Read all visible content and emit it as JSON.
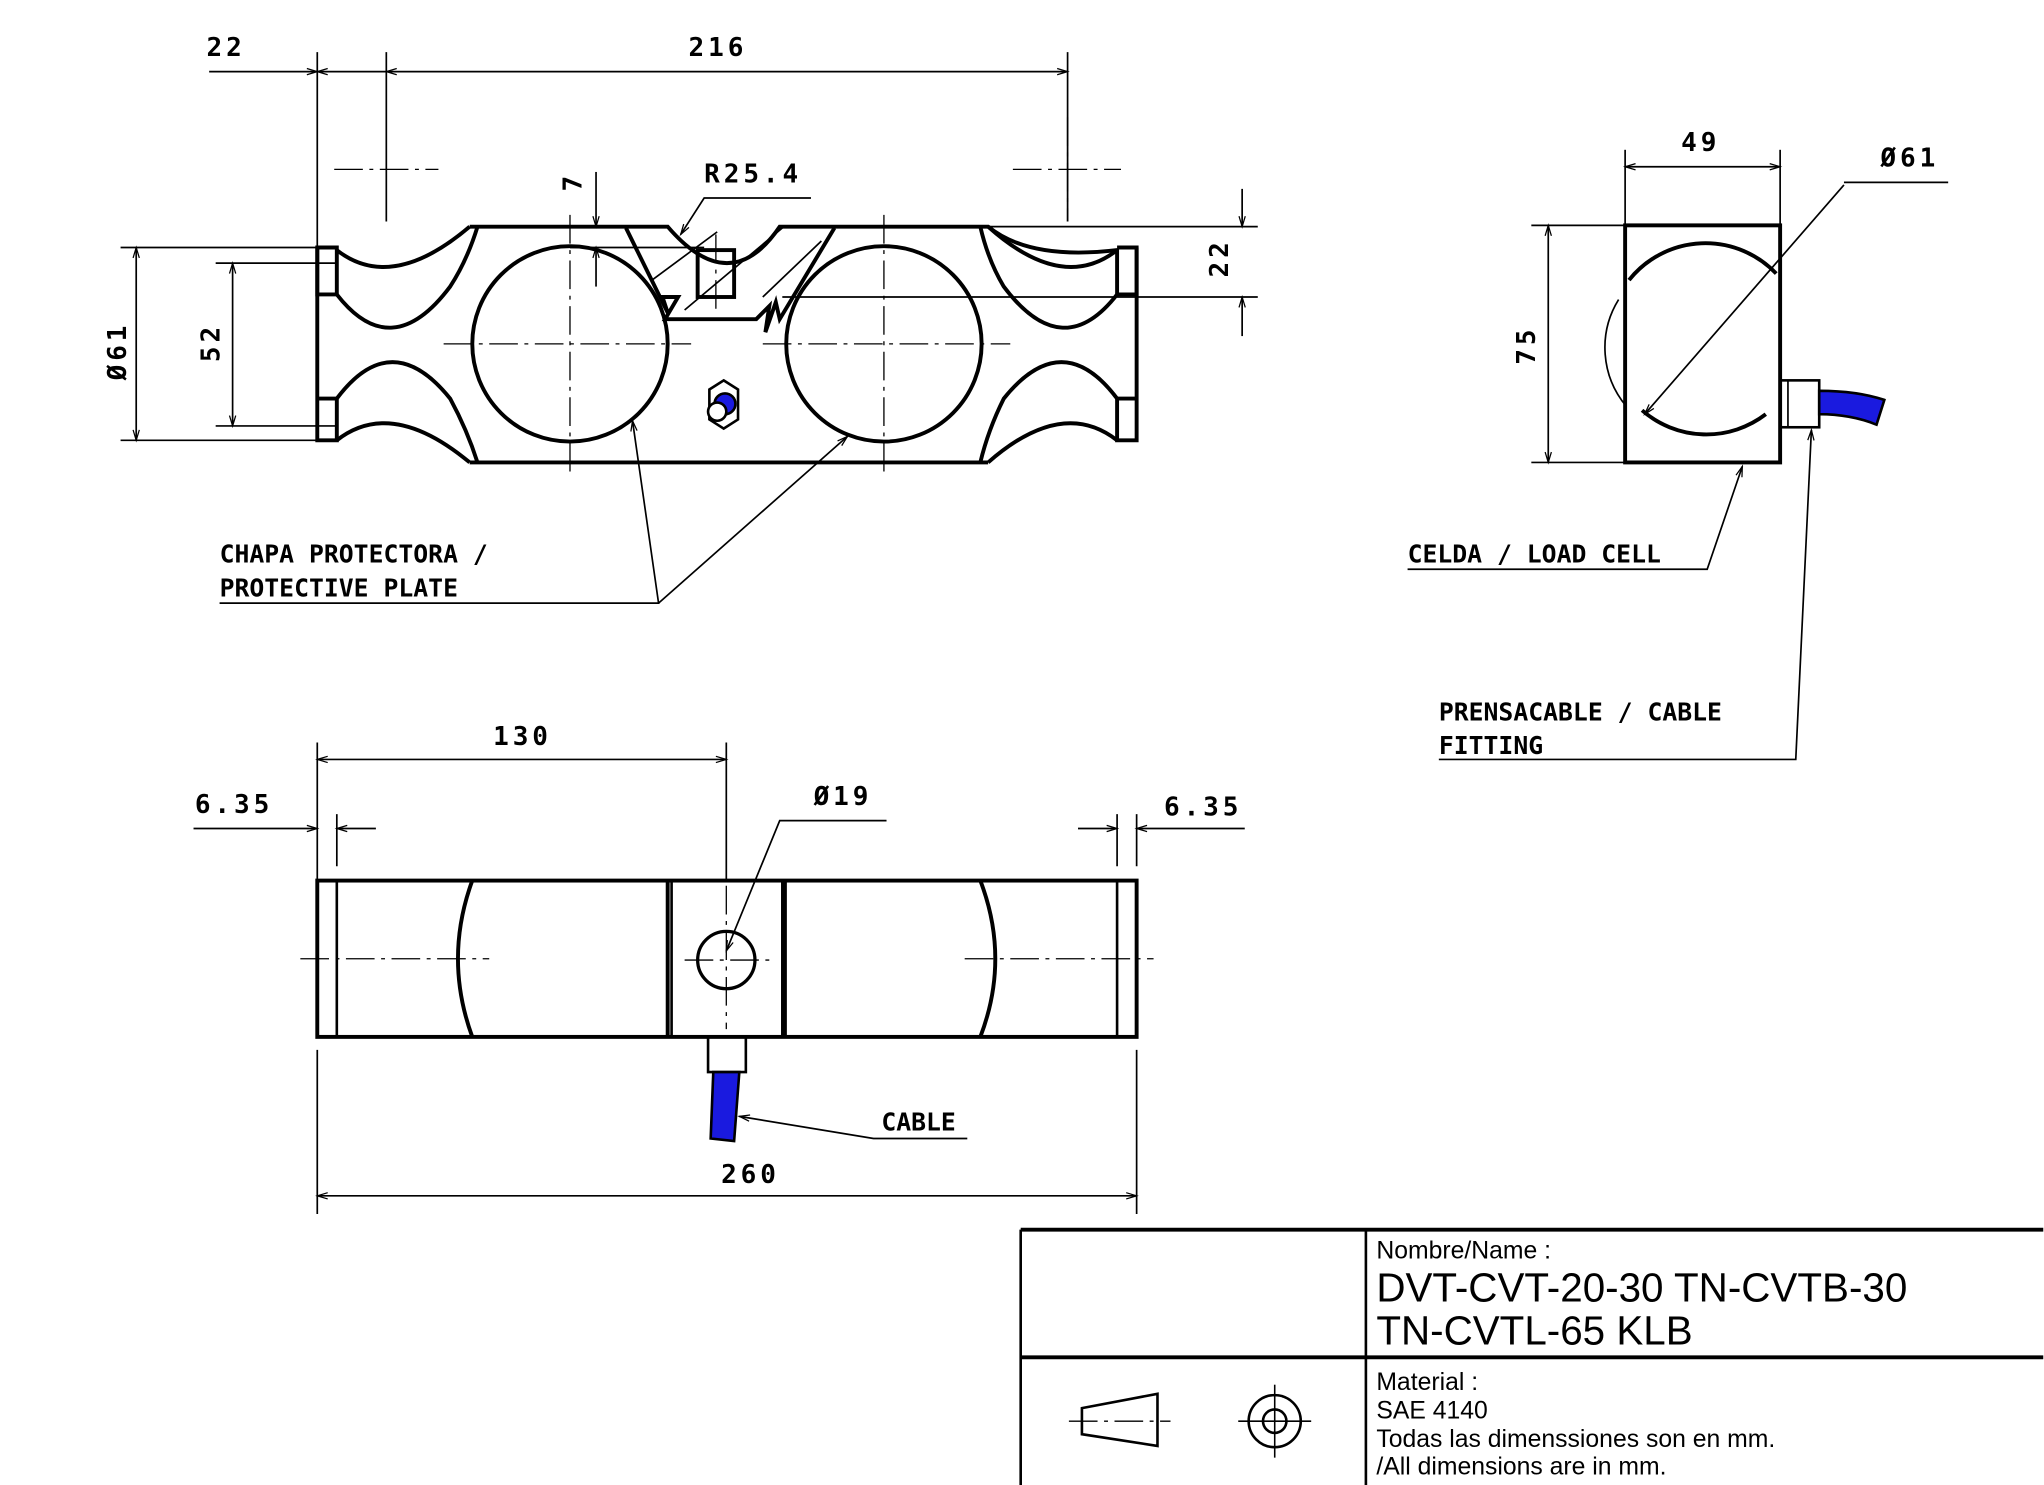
{
  "top_view": {
    "dim_left_offset": "22",
    "dim_pin_spacing": "216",
    "dim_depth": "7",
    "dim_radius": "R25.4",
    "dim_slot": "22",
    "dim_diameter": "Ø61",
    "dim_height": "52",
    "label_line1": "CHAPA PROTECTORA /",
    "label_line2": "PROTECTIVE PLATE"
  },
  "side_view": {
    "dim_width": "49",
    "dim_diameter": "Ø61",
    "dim_height": "75",
    "label_cell": "CELDA / LOAD CELL",
    "label_fitting_line1": "PRENSACABLE / CABLE",
    "label_fitting_line2": "FITTING"
  },
  "bottom_view": {
    "dim_center": "130",
    "dim_left_end": "6.35",
    "dim_hole": "Ø19",
    "dim_right_end": "6.35",
    "dim_total": "260",
    "label_cable": "CABLE"
  },
  "title_block": {
    "name_label": "Nombre/Name :",
    "name_line1": "DVT-CVT-20-30 TN-CVTB-30",
    "name_line2": "TN-CVTL-65 KLB",
    "material_label": "Material :",
    "material_value": "SAE 4140",
    "note_es": "Todas las dimenssiones son en mm.",
    "note_en": "/All dimensions are in mm."
  },
  "colors": {
    "cable": "#1a1adf",
    "line": "#000000"
  }
}
